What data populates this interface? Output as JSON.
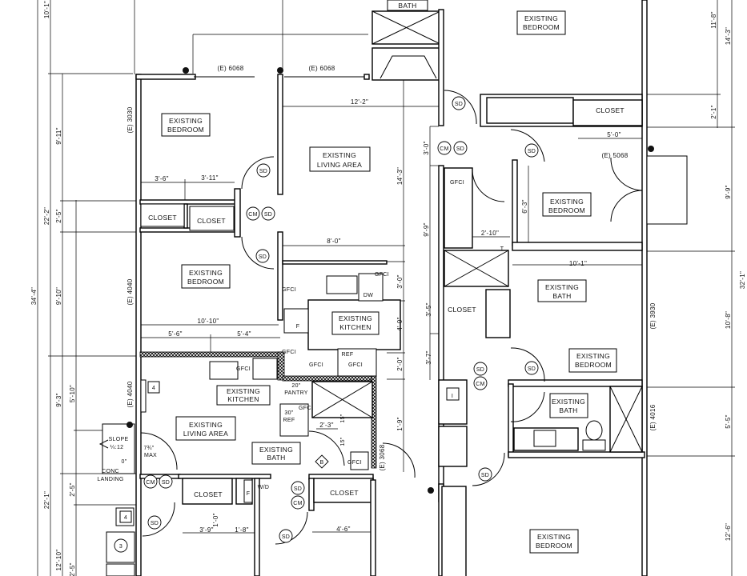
{
  "title": "Existing floor plan",
  "rooms": {
    "bedroom_nw": {
      "line1": "EXISTING",
      "line2": "BEDROOM"
    },
    "living_north": {
      "line1": "EXISTING",
      "line2": "LIVING AREA"
    },
    "bedroom_w": {
      "line1": "EXISTING",
      "line2": "BEDROOM"
    },
    "kitchen_north": {
      "line1": "EXISTING",
      "line2": "KITCHEN"
    },
    "kitchen_south": {
      "line1": "EXISTING",
      "line2": "KITCHEN"
    },
    "living_south": {
      "line1": "EXISTING",
      "line2": "LIVING AREA"
    },
    "bath_south": {
      "line1": "EXISTING",
      "line2": "BATH"
    },
    "bedroom_ne": {
      "line1": "EXISTING",
      "line2": "BEDROOM"
    },
    "bedroom_e": {
      "line1": "EXISTING",
      "line2": "BEDROOM"
    },
    "bath_e": {
      "line1": "EXISTING",
      "line2": "BATH"
    },
    "bedroom_e2": {
      "line1": "EXISTING",
      "line2": "BEDROOM"
    },
    "bath_se": {
      "line1": "EXISTING",
      "line2": "BATH"
    },
    "bedroom_se": {
      "line1": "EXISTING",
      "line2": "BEDROOM"
    },
    "bath_top": {
      "line1": "BATH"
    }
  },
  "closets": [
    "CLOSET",
    "CLOSET",
    "CLOSET",
    "CLOSET",
    "CLOSET",
    "CLOSET"
  ],
  "dimensions": {
    "d_12_2": "12'-2\"",
    "d_8_0": "8'-0\"",
    "d_3_6": "3'-6\"",
    "d_3_11": "3'-11\"",
    "d_10_10": "10'-10\"",
    "d_5_6": "5'-6\"",
    "d_5_4": "5'-4\"",
    "d_10_1h": "10'-1\"",
    "d_5_0": "5'-0\"",
    "d_2_10": "2'-10\"",
    "d_3_9": "3'-9\"",
    "d_1_8": "1'-8\"",
    "d_4_6": "4'-6\"",
    "d_1_0": "1'-0\"",
    "d_2_3": "2'-3\"",
    "l_10_1": "10'-1\"",
    "l_9_11": "9'-11\"",
    "l_22_2": "22'-2\"",
    "l_2_5a": "2'-5\"",
    "l_34_4": "34'-4\"",
    "l_9_10": "9'-10\"",
    "l_9_3": "9'-3\"",
    "l_5_10": "5'-10\"",
    "l_22_1": "22'-1\"",
    "l_2_5b": "2'-5\"",
    "l_12_10": "12'-10\"",
    "l_2_5c": "2'-5\"",
    "m_14_3": "14'-3\"",
    "m_3_0a": "3'-0\"",
    "m_9_9": "9'-9\"",
    "m_6_3": "6'-3\"",
    "m_3_0b": "3'-0\"",
    "m_4_0": "4'-0\"",
    "m_2_0": "2'-0\"",
    "m_1_9": "1'-9\"",
    "m_3_5": "3'-5\"",
    "m_3_7": "3'-7\"",
    "r_11_8": "11'-8\"",
    "r_14_3": "14'-3\"",
    "r_2_1": "2'-1\"",
    "r_9_9": "9'-9\"",
    "r_32_1": "32'-1\"",
    "r_10_8": "10'-8\"",
    "r_5_5": "5'-5\"",
    "r_12_6": "12'-6\""
  },
  "openings": {
    "door_6068_a": "(E) 6068",
    "door_6068_b": "(E) 6068",
    "win_3030": "(E) 3030",
    "win_4040_a": "(E) 4040",
    "win_4040_b": "(E) 4040",
    "door_5068": "(E) 5068",
    "win_3930": "(E) 3930",
    "win_4016": "(E) 4016",
    "door_3068": "(E) 3068"
  },
  "devices": {
    "smoke_detector": "SD",
    "co_monitor": "CM",
    "gfci": "GFCI"
  },
  "fixtures": {
    "dishwasher": "DW",
    "refrigerator": "REF",
    "pantry_size": "20\"",
    "pantry": "PANTRY",
    "ref_size": "30\"",
    "ref2": "REF",
    "washer_dryer": "W/D",
    "furnace": "F",
    "toilet_tag": "T",
    "water_heater": "I",
    "ada_15a": "15\"",
    "ada_15b": "15\""
  },
  "landing": {
    "slope": "SLOPE",
    "slope_ratio": "¼:12",
    "max_height": "7¾\"",
    "max": "MAX",
    "zero": "0\"",
    "conc": "CONC",
    "landing": "LANDING"
  },
  "keynotes": {
    "k4a": "4",
    "k4b": "4",
    "k3": "3",
    "kB": "B"
  }
}
